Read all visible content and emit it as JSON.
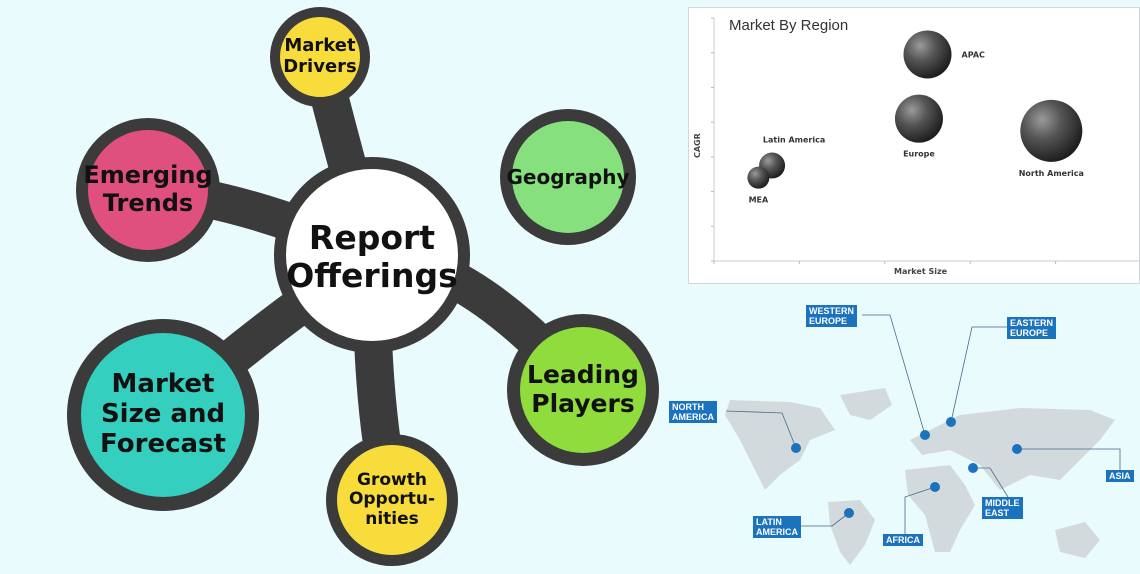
{
  "diagram": {
    "hub": {
      "line1": "Report",
      "line2": "Offerings"
    },
    "nodes": [
      {
        "id": "market-drivers",
        "label": "Market Drivers",
        "color": "#f7dc3c"
      },
      {
        "id": "emerging-trends",
        "label": "Emerging Trends",
        "color": "#e0507e"
      },
      {
        "id": "geography",
        "label": "Geography",
        "color": "#86e07e"
      },
      {
        "id": "leading-players",
        "label": "Leading Players",
        "color": "#8fdc3c"
      },
      {
        "id": "market-size",
        "label": "Market Size and Forecast",
        "color": "#35cfc0"
      },
      {
        "id": "growth",
        "label": "Growth Opportu- nities",
        "color": "#f7dc3c"
      }
    ],
    "ring_color": "#3b3b3b"
  },
  "chart_data": {
    "type": "scatter",
    "title": "Market By Region",
    "xlabel": "Market Size",
    "ylabel": "CAGR",
    "xlim": [
      0,
      5
    ],
    "ylim": [
      0,
      7
    ],
    "grid": false,
    "points": [
      {
        "name": "APAC",
        "x": 2.5,
        "y": 5.95,
        "bubble_size": 24
      },
      {
        "name": "Europe",
        "x": 2.4,
        "y": 4.1,
        "bubble_size": 24
      },
      {
        "name": "North America",
        "x": 3.95,
        "y": 3.75,
        "bubble_size": 31
      },
      {
        "name": "Latin America",
        "x": 0.68,
        "y": 2.75,
        "bubble_size": 13
      },
      {
        "name": "MEA",
        "x": 0.52,
        "y": 2.4,
        "bubble_size": 11
      }
    ]
  },
  "map": {
    "accent": "#1b72bd",
    "labels": {
      "western_europe": "WESTERN\nEUROPE",
      "eastern_europe": "EASTERN\nEUROPE",
      "north_america": "NORTH\nAMERICA",
      "asia": "ASIA",
      "middle_east": "MIDDLE\nEAST",
      "africa": "AFRICA",
      "latin_america": "LATIN\nAMERICA"
    }
  }
}
